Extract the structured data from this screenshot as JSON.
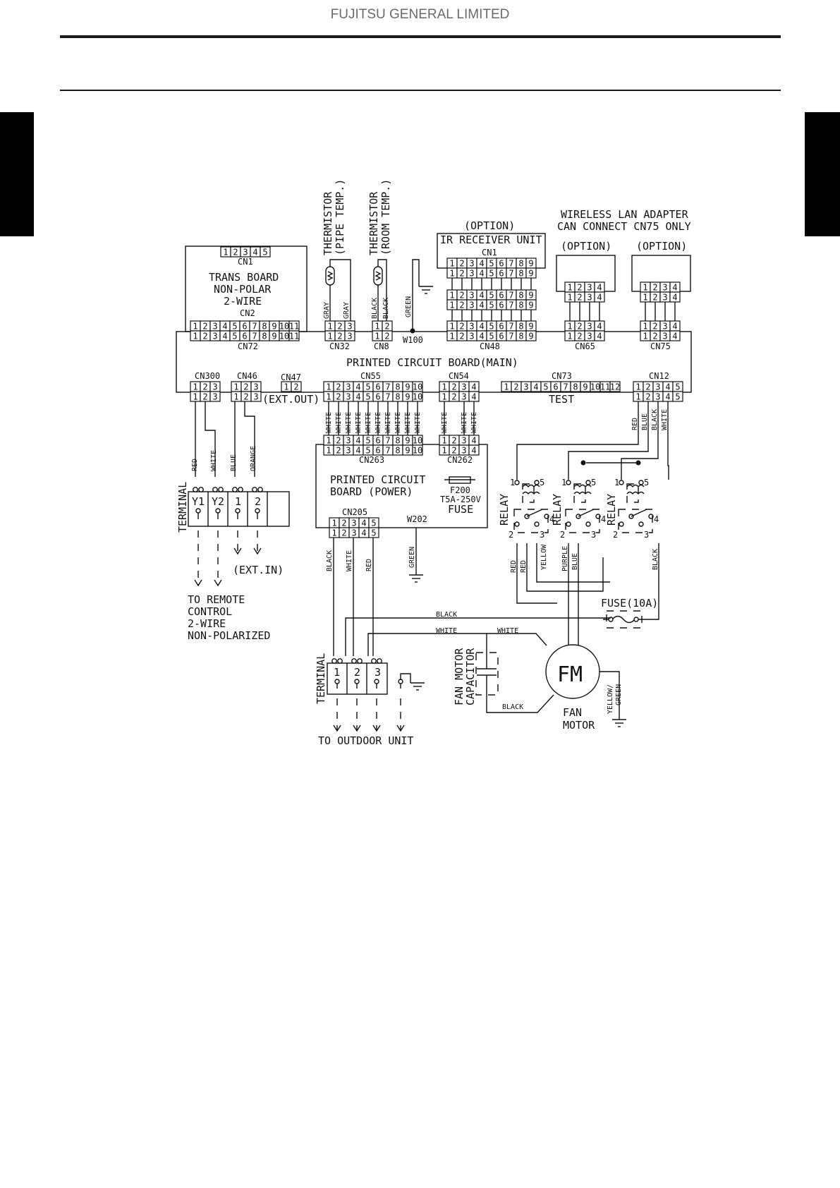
{
  "header": {
    "company": "FUJITSU GENERAL LIMITED"
  },
  "colors": {
    "ink": "#111111",
    "header_text": "#6a6a6a"
  },
  "labels": {
    "cn1": "CN1",
    "cn2": "CN2",
    "cn72": "CN72",
    "trans_board": "TRANS BOARD",
    "non_polar": "NON-POLAR",
    "two_wire": "2-WIRE",
    "thermistor": "THERMISTOR",
    "pipe_temp": "(PIPE TEMP.)",
    "room_temp": "(ROOM TEMP.)",
    "cn32": "CN32",
    "cn8": "CN8",
    "w100": "W100",
    "option": "(OPTION)",
    "ir_receiver": "IR RECEIVER UNIT",
    "cn1_ir": "CN1",
    "cn48": "CN48",
    "wireless_lan": "WIRELESS LAN ADAPTER",
    "can_connect": "CAN CONNECT CN75 ONLY",
    "cn65": "CN65",
    "cn75": "CN75",
    "pcb_main": "PRINTED CIRCUIT BOARD(MAIN)",
    "cn300": "CN300",
    "cn46": "CN46",
    "cn47": "CN47",
    "ext_out": "(EXT.OUT)",
    "cn55": "CN55",
    "cn54": "CN54",
    "cn73": "CN73",
    "test": "TEST",
    "cn12": "CN12",
    "cn263": "CN263",
    "cn262": "CN262",
    "pcb_power_1": "PRINTED CIRCUIT",
    "pcb_power_2": "BOARD (POWER)",
    "f200": "F200",
    "fuse_rating": "T5A-250V",
    "fuse": "FUSE",
    "cn205": "CN205",
    "w202": "W202",
    "terminal": "TERMINAL",
    "term_y1": "Y1",
    "term_y2": "Y2",
    "term_1": "1",
    "term_2": "2",
    "ext_in": "(EXT.IN)",
    "to_remote_1": "TO REMOTE",
    "to_remote_2": "CONTROL",
    "to_remote_3": "2-WIRE",
    "to_remote_4": "NON-POLARIZED",
    "relay": "RELAY",
    "fuse_10a": "FUSE(10A)",
    "fan_motor_cap_1": "FAN MOTOR",
    "fan_motor_cap_2": "CAPACITOR",
    "fm": "FM",
    "fan_motor_1": "FAN",
    "fan_motor_2": "MOTOR",
    "yellow_green_1": "YELLOW/",
    "yellow_green_2": "GREEN",
    "out_1": "1",
    "out_2": "2",
    "out_3": "3",
    "to_outdoor": "TO OUTDOOR UNIT",
    "relay_pin_1": "1",
    "relay_pin_2": "2",
    "relay_pin_3": "3",
    "relay_pin_4": "4",
    "relay_pin_5": "5"
  },
  "wires": {
    "gray": "GRAY",
    "black": "BLACK",
    "green": "GREEN",
    "white": "WHITE",
    "red": "RED",
    "blue": "BLUE",
    "orange": "ORANGE",
    "yellow": "YELLOW",
    "purple": "PURPLE"
  },
  "pins": {
    "p5": [
      "1",
      "2",
      "3",
      "4",
      "5"
    ],
    "p11": [
      "1",
      "2",
      "3",
      "4",
      "5",
      "6",
      "7",
      "8",
      "9",
      "10",
      "11"
    ],
    "p3": [
      "1",
      "2",
      "3"
    ],
    "p2": [
      "1",
      "2"
    ],
    "p9": [
      "1",
      "2",
      "3",
      "4",
      "5",
      "6",
      "7",
      "8",
      "9"
    ],
    "p4": [
      "1",
      "2",
      "3",
      "4"
    ],
    "p10": [
      "1",
      "2",
      "3",
      "4",
      "5",
      "6",
      "7",
      "8",
      "9",
      "10"
    ],
    "p12": [
      "1",
      "2",
      "3",
      "4",
      "5",
      "6",
      "7",
      "8",
      "9",
      "10",
      "11",
      "12"
    ]
  }
}
